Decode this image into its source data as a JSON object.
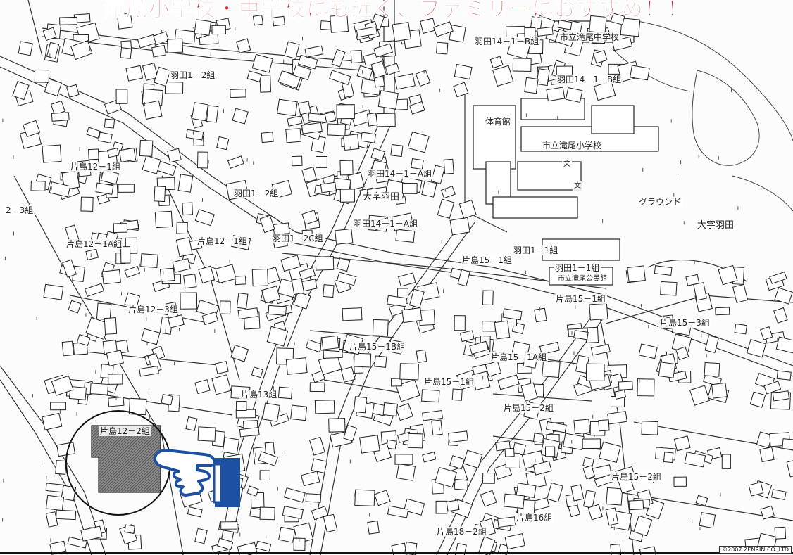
{
  "headline": "滝尾小学校・中学校にも近く、ファミリーにおすすめ！！",
  "copyright": "©2007 ZENRIN CO.,LTD",
  "colors": {
    "headline": "#e32b2b",
    "pointer_hand": "#1d4fa3",
    "property": "#777777"
  },
  "labels": {
    "junior_high": "市立滝尾中学校",
    "elementary": "市立滝尾小学校",
    "gym": "体育館",
    "ground": "グラウンド",
    "oaza_hada_east": "大字羽田",
    "oaza_hada_center": "大字羽田",
    "hada_1_2": "羽田1－2組",
    "hada_1_2_b": "羽田1－2組",
    "hada_1_2c": "羽田1－2C組",
    "hada_14_1b": "羽田14－1－B組",
    "hada_14_1": "羽田14－1－B組",
    "hada_14_1a": "羽田14－1－A組",
    "hada_14_1a_b": "羽田14－1－A組",
    "hada_1_1": "羽田1－1組",
    "hada_1_1_b": "羽田1－1組",
    "katashima_12_1": "片島12－1組",
    "katashima_12_1a": "片島12－1A組",
    "katashima_12_1_b": "片島12－1組",
    "katashima_12_3": "片島12－3組",
    "katashima_12_2": "片島12－2組",
    "katashima_2_3": "2－3組",
    "katashima_13": "片島13組",
    "katashima_15_1": "片島15－1組",
    "katashima_15_1_b": "片島15－1組",
    "katashima_15_1b": "片島15－1B組",
    "katashima_15_1a": "片島15－1A組",
    "katashima_15_1_c": "片島15－1組",
    "katashima_15_2": "片島15－2組",
    "katashima_15_2_b": "片島15－2組",
    "katashima_15_3": "片島15－3組",
    "katashima_16": "片島16組",
    "katashima_18_2": "片島18－2組",
    "city_office": "市立滝尾公民館",
    "bun_mark": "文"
  },
  "icons": {
    "pointer": "pointing-hand-icon",
    "highlight": "property-circle-icon"
  }
}
